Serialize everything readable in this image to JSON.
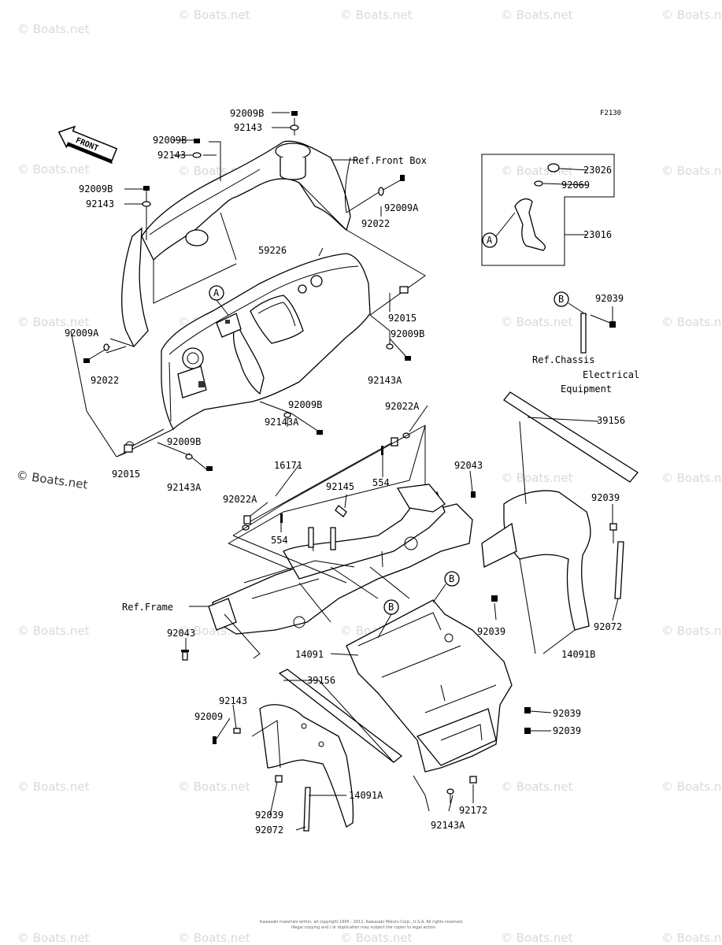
{
  "diagram": {
    "figure_code": "F2130",
    "direction_label": "FRONT",
    "watermark": "© Boats.net",
    "copyright_line1": "Kawasaki materials within, all copyright 1995 - 2011. Kawasaki Motors Corp., U.S.A. All rights reserved.",
    "copyright_line2": "Illegal copying and / or duplication may subject the copier to legal action.",
    "callouts": {
      "A": "A",
      "B": "B"
    },
    "labels": {
      "p92009B_top": "92009B",
      "p92143_top": "92143",
      "p92009B_2": "92009B",
      "p92143_2": "92143",
      "p92009B_3": "92009B",
      "p92143_3": "92143",
      "ref_front_box": "Ref.Front Box",
      "p92009A_r": "92009A",
      "p92022_r": "92022",
      "p59226": "59226",
      "p92015_r": "92015",
      "p92009B_r": "92009B",
      "p92143A_r": "92143A",
      "p92009A_l": "92009A",
      "p92022_l": "92022",
      "p92009B_m": "92009B",
      "p92143A_m": "92143A",
      "p92009B_l2": "92009B",
      "p92143A_l2": "92143A",
      "p92015_l": "92015",
      "p23026": "23026",
      "p92069": "92069",
      "p23016": "23016",
      "p92039_b": "92039",
      "ref_chassis_1": "Ref.Chassis",
      "ref_chassis_2": "Electrical",
      "ref_chassis_3": "Equipment",
      "p39156_r": "39156",
      "p92022A_r": "92022A",
      "p16171": "16171",
      "p554_r": "554",
      "p92043_r": "92043",
      "p92145": "92145",
      "p92022A_l": "92022A",
      "p554_l": "554",
      "p92039_r": "92039",
      "p92072_r": "92072",
      "p14091B": "14091B",
      "ref_frame": "Ref.Frame",
      "p92043_l": "92043",
      "p92039_m": "92039",
      "p14091": "14091",
      "p39156_l": "39156",
      "p92143_bl": "92143",
      "p92009_bl": "92009",
      "p92039_b1": "92039",
      "p92039_b2": "92039",
      "p14091A": "14091A",
      "p92039_bl": "92039",
      "p92072_bl": "92072",
      "p92172": "92172",
      "p92143A_b": "92143A"
    }
  }
}
